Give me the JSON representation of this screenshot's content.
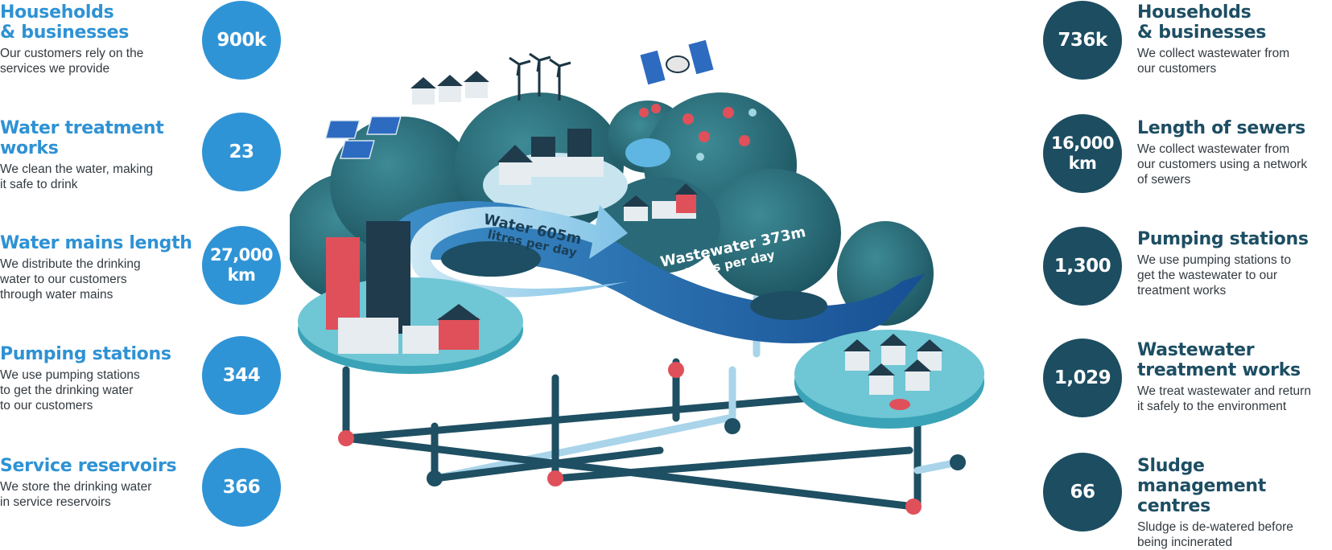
{
  "left": [
    {
      "title_1": "Households",
      "title_2": "& businesses",
      "desc_1": "Our customers rely on the",
      "desc_2": "services we provide",
      "desc_3": "",
      "value_1": "900k",
      "value_2": ""
    },
    {
      "title_1": "Water treatment",
      "title_2": "works",
      "desc_1": "We clean the water, making",
      "desc_2": "it safe to drink",
      "desc_3": "",
      "value_1": "23",
      "value_2": ""
    },
    {
      "title_1": "Water mains length",
      "title_2": "",
      "desc_1": "We distribute the drinking",
      "desc_2": "water to our customers",
      "desc_3": "through water mains",
      "value_1": "27,000",
      "value_2": "km"
    },
    {
      "title_1": "Pumping stations",
      "title_2": "",
      "desc_1": "We use pumping stations",
      "desc_2": "to get the drinking water",
      "desc_3": "to our customers",
      "value_1": "344",
      "value_2": ""
    },
    {
      "title_1": "Service reservoirs",
      "title_2": "",
      "desc_1": "We store the drinking water",
      "desc_2": "in service reservoirs",
      "desc_3": "",
      "value_1": "366",
      "value_2": ""
    }
  ],
  "right": [
    {
      "title_1": "Households",
      "title_2": "& businesses",
      "desc_1": "We collect wastewater from",
      "desc_2": "our customers",
      "desc_3": "",
      "value_1": "736k",
      "value_2": ""
    },
    {
      "title_1": "Length of sewers",
      "title_2": "",
      "desc_1": "We collect wastewater from",
      "desc_2": "our customers using a network",
      "desc_3": "of sewers",
      "value_1": "16,000",
      "value_2": "km"
    },
    {
      "title_1": "Pumping stations",
      "title_2": "",
      "desc_1": "We use pumping stations to",
      "desc_2": "get the wastewater to our",
      "desc_3": "treatment works",
      "value_1": "1,300",
      "value_2": ""
    },
    {
      "title_1": "Wastewater",
      "title_2": "treatment works",
      "desc_1": "We treat wastewater and return",
      "desc_2": "it safely to the environment",
      "desc_3": "",
      "value_1": "1,029",
      "value_2": ""
    },
    {
      "title_1": "Sludge management",
      "title_2": "centres",
      "desc_1": "Sludge is de-watered before",
      "desc_2": "being incinerated",
      "desc_3": "",
      "value_1": "66",
      "value_2": ""
    }
  ],
  "flows": {
    "water_1": "Water 605m",
    "water_2": "litres per day",
    "wastewater_1": "Wastewater 373m",
    "wastewater_2": "litres per day"
  },
  "colors": {
    "clean_water": "#2f94d6",
    "wastewater": "#1c4d61",
    "hill": "#2c6f7c",
    "platform": "#4ab8c9",
    "pipe_joint": "#e0505a"
  }
}
